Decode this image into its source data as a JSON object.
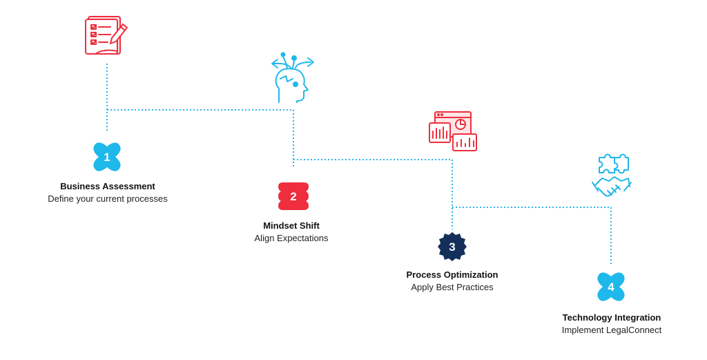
{
  "colors": {
    "connector": "#29b6e8",
    "red": "#ee2d3d",
    "cyan": "#1fb8ea",
    "navy": "#14305a"
  },
  "steps": [
    {
      "number": "1",
      "title": "Business Assessment",
      "subtitle": "Define your current processes",
      "icon": "checklist-document-icon",
      "badge_shape": "four-lobe",
      "badge_color": "#1fb8ea"
    },
    {
      "number": "2",
      "title": "Mindset Shift",
      "subtitle": "Align Expectations",
      "icon": "head-arrows-icon",
      "badge_shape": "stacked-rounded",
      "badge_color": "#ee2d3d"
    },
    {
      "number": "3",
      "title": "Process Optimization",
      "subtitle": "Apply Best Practices",
      "icon": "analytics-dashboard-icon",
      "badge_shape": "starburst",
      "badge_color": "#14305a"
    },
    {
      "number": "4",
      "title": "Technology Integration",
      "subtitle": "Implement LegalConnect",
      "icon": "puzzle-handshake-icon",
      "badge_shape": "four-lobe",
      "badge_color": "#1fb8ea"
    }
  ]
}
